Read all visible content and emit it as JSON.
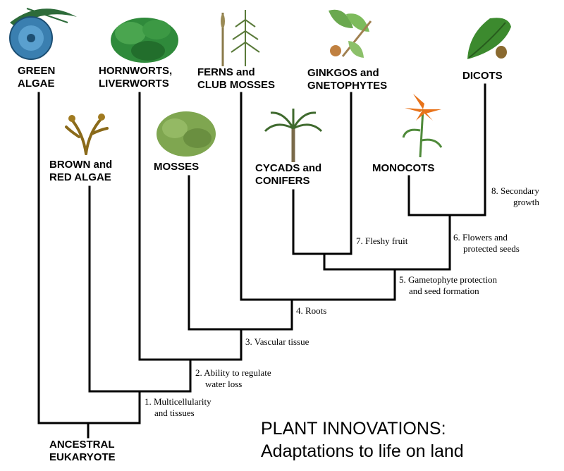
{
  "taxa": [
    {
      "id": "green-algae",
      "lines": [
        "GREEN",
        "ALGAE"
      ]
    },
    {
      "id": "brown-red-algae",
      "lines": [
        "BROWN and",
        "RED ALGAE"
      ]
    },
    {
      "id": "hornworts-liverworts",
      "lines": [
        "HORNWORTS,",
        "LIVERWORTS"
      ]
    },
    {
      "id": "mosses",
      "lines": [
        "MOSSES"
      ]
    },
    {
      "id": "ferns-club-mosses",
      "lines": [
        "FERNS and",
        "CLUB MOSSES"
      ]
    },
    {
      "id": "cycads-conifers",
      "lines": [
        "CYCADS and",
        "CONIFERS"
      ]
    },
    {
      "id": "ginkgos-gnetophytes",
      "lines": [
        "GINKGOS and",
        "GNETOPHYTES"
      ]
    },
    {
      "id": "monocots",
      "lines": [
        "MONOCOTS"
      ]
    },
    {
      "id": "dicots",
      "lines": [
        "DICOTS"
      ]
    }
  ],
  "root": {
    "lines": [
      "ANCESTRAL",
      "EUKARYOTE"
    ]
  },
  "innovations": [
    {
      "num": "1.",
      "line1": "Multicellularity",
      "line2": "and tissues"
    },
    {
      "num": "2.",
      "line1": "Ability to regulate",
      "line2": "water loss"
    },
    {
      "num": "3.",
      "line1": "Vascular tissue",
      "line2": ""
    },
    {
      "num": "4.",
      "line1": "Roots",
      "line2": ""
    },
    {
      "num": "5.",
      "line1": "Gametophyte protection",
      "line2": "and seed formation"
    },
    {
      "num": "6.",
      "line1": "Flowers and",
      "line2": "protected seeds"
    },
    {
      "num": "7.",
      "line1": "Fleshy fruit",
      "line2": ""
    },
    {
      "num": "8.",
      "line1": "Secondary",
      "line2": "growth"
    }
  ],
  "title": {
    "line1": "PLANT INNOVATIONS:",
    "line2": "Adaptations to life on land"
  },
  "colors": {
    "line": "#000000",
    "algae": "#3a7fb0",
    "leaf": "#3c8a2e",
    "moss": "#7fa650",
    "lily": "#e8731a"
  }
}
